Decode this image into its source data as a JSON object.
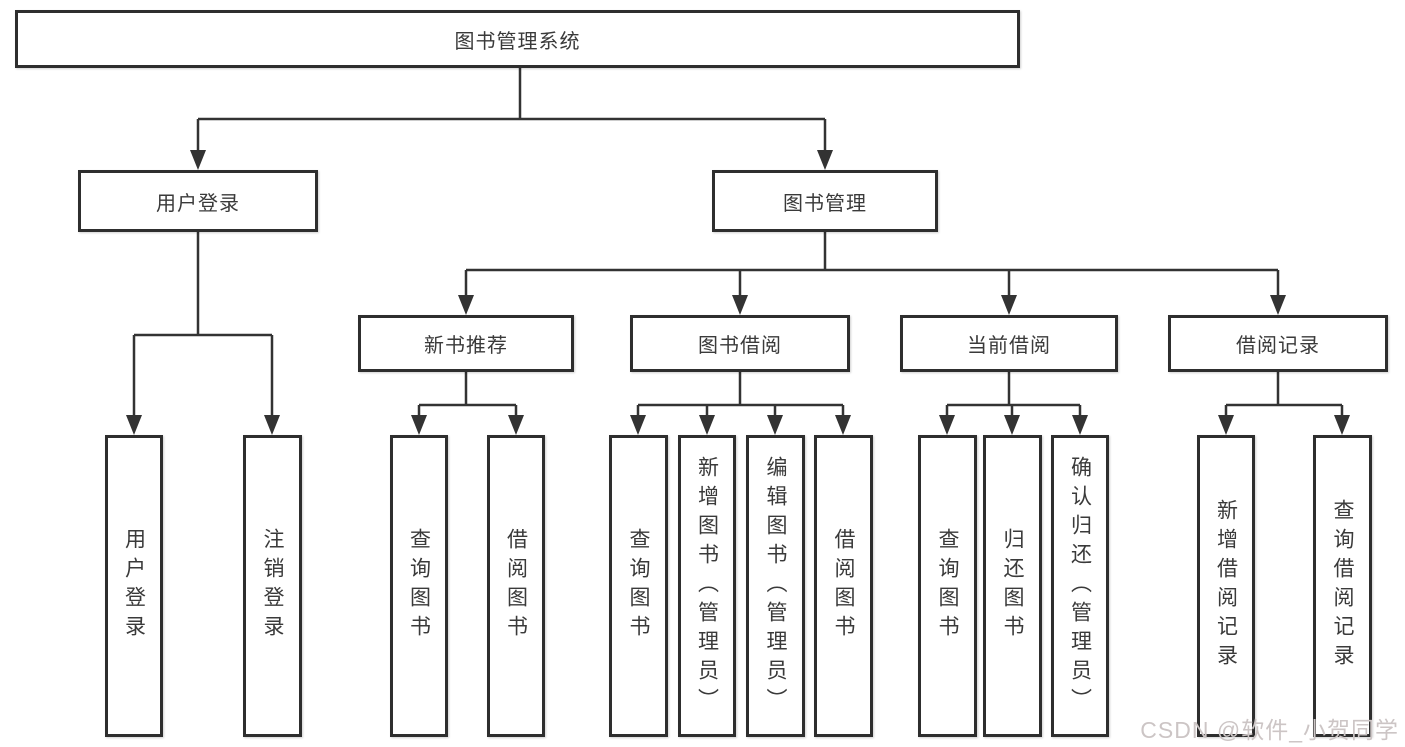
{
  "diagram": {
    "watermark": "CSDN @软件_小贺同学",
    "colors": {
      "line": "#333333",
      "border": "#2e2e2e",
      "text": "#3a3a3a",
      "watermark": "#ccc5c5",
      "background": "#ffffff"
    },
    "tree": {
      "root": {
        "label": "图书管理系统"
      },
      "branches": [
        {
          "label": "用户登录",
          "children": [
            {
              "label": "用户登录"
            },
            {
              "label": "注销登录"
            }
          ]
        },
        {
          "label": "图书管理",
          "children": [
            {
              "label": "新书推荐",
              "children": [
                {
                  "label": "查询图书"
                },
                {
                  "label": "借阅图书"
                }
              ]
            },
            {
              "label": "图书借阅",
              "children": [
                {
                  "label": "查询图书"
                },
                {
                  "label": "新增图书（管理员）"
                },
                {
                  "label": "编辑图书（管理员）"
                },
                {
                  "label": "借阅图书"
                }
              ]
            },
            {
              "label": "当前借阅",
              "children": [
                {
                  "label": "查询图书"
                },
                {
                  "label": "归还图书"
                },
                {
                  "label": "确认归还（管理员）"
                }
              ]
            },
            {
              "label": "借阅记录",
              "children": [
                {
                  "label": "新增借阅记录"
                },
                {
                  "label": "查询借阅记录"
                }
              ]
            }
          ]
        }
      ]
    }
  }
}
